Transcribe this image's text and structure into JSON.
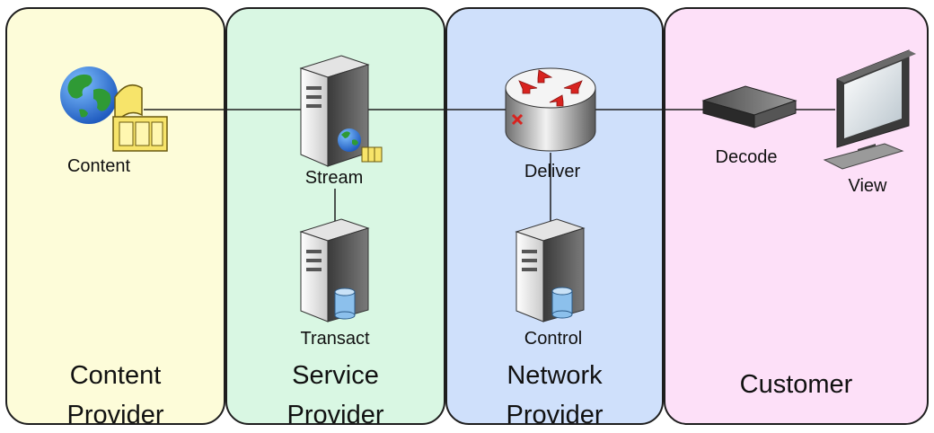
{
  "lanes": [
    {
      "id": "content-provider",
      "title_line1": "Content",
      "title_line2": "Provider",
      "fill": "#fdfcd9"
    },
    {
      "id": "service-provider",
      "title_line1": "Service",
      "title_line2": "Provider",
      "fill": "#d9f7e3"
    },
    {
      "id": "network-provider",
      "title_line1": "Network",
      "title_line2": "Provider",
      "fill": "#cfe0fb"
    },
    {
      "id": "customer",
      "title_line1": "Customer",
      "title_line2": "",
      "fill": "#fde0f8"
    }
  ],
  "nodes": {
    "content": {
      "label": "Content",
      "icon": "globe-film-icon"
    },
    "stream": {
      "label": "Stream",
      "icon": "server-globe-icon"
    },
    "transact": {
      "label": "Transact",
      "icon": "server-database-icon"
    },
    "deliver": {
      "label": "Deliver",
      "icon": "router-icon"
    },
    "control": {
      "label": "Control",
      "icon": "server-database-icon"
    },
    "decode": {
      "label": "Decode",
      "icon": "set-top-box-icon"
    },
    "view": {
      "label": "View",
      "icon": "monitor-icon"
    }
  },
  "colors": {
    "border": "#1e1e1e",
    "router_arrows": "#d8231f",
    "globe_ocean": "#1c6fd0",
    "globe_land": "#2f9a35",
    "film": "#f7e46a",
    "database": "#8cc0ec"
  }
}
